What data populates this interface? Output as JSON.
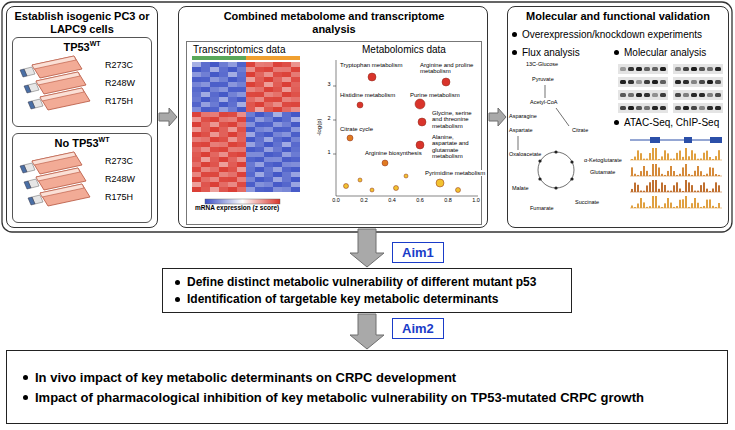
{
  "diagram": {
    "nodes": [
      {
        "text": [
          "Establish isogenic PC3 or LAPC9 cells"
        ]
      },
      {
        "text": [
          "TP53",
          "WT",
          "R273C",
          "R248W",
          "R175H"
        ],
        "in": 0
      },
      {
        "text": [
          "No TP53",
          "WT",
          "R273C",
          "R248W",
          "R175H"
        ],
        "in": 0
      },
      {
        "text": [
          "Combined metabolome and transcriptome analysis"
        ]
      },
      {
        "text": [
          "Transcriptomics data",
          "Metabolomics data"
        ],
        "in": 3
      },
      {
        "text": [
          "Molecular and functional validation",
          "Overexpression/knockdown experiments",
          "Flux analysis",
          "Molecular analysis",
          "ATAC-Seq, ChIP-Seq"
        ]
      },
      {
        "text": [
          "Aim1"
        ]
      },
      {
        "text": [
          "Define distinct metabolic vulnerability of different mutant p53",
          "Identification of targetable key metabolic determinants"
        ]
      },
      {
        "text": [
          "Aim2"
        ]
      },
      {
        "text": [
          "In vivo impact of key metabolic determinants on CRPC development",
          "Impact of pharmacological inhibition of key metabolic vulnerability on TP53-mutated CRPC growth"
        ]
      }
    ],
    "edges": [
      {
        "from": 0,
        "to": 3,
        "arrow": "to"
      },
      {
        "from": 3,
        "to": 5,
        "arrow": "to"
      },
      {
        "from": 3,
        "to": 7,
        "arrow": "to"
      },
      {
        "from": 7,
        "to": 9,
        "arrow": "to"
      }
    ],
    "labels": [
      "mRNA expression (z score)",
      "-log(p)",
      "0.0",
      "0.2",
      "0.4",
      "0.6",
      "0.8",
      "1.0",
      "1",
      "2",
      "3",
      "Tryptophan metabolism",
      "Arginine and proline metabolism",
      "Histidine metabolism",
      "Purine metabolism",
      "Glycine, serine and threonine metabolism",
      "Citrate cycle",
      "Alanine, aspartate and glutamate metabolism",
      "Arginine biosynthesis",
      "Pyrimidine metabolism",
      "13C-Glucose",
      "Pyruvate",
      "Acetyl-CoA",
      "Citrate",
      "Aspartate",
      "Oxaloacetate",
      "Malate",
      "Fumarate",
      "Succinate",
      "α-Ketoglutarate",
      "Glutamate",
      "Asparagine"
    ]
  }
}
